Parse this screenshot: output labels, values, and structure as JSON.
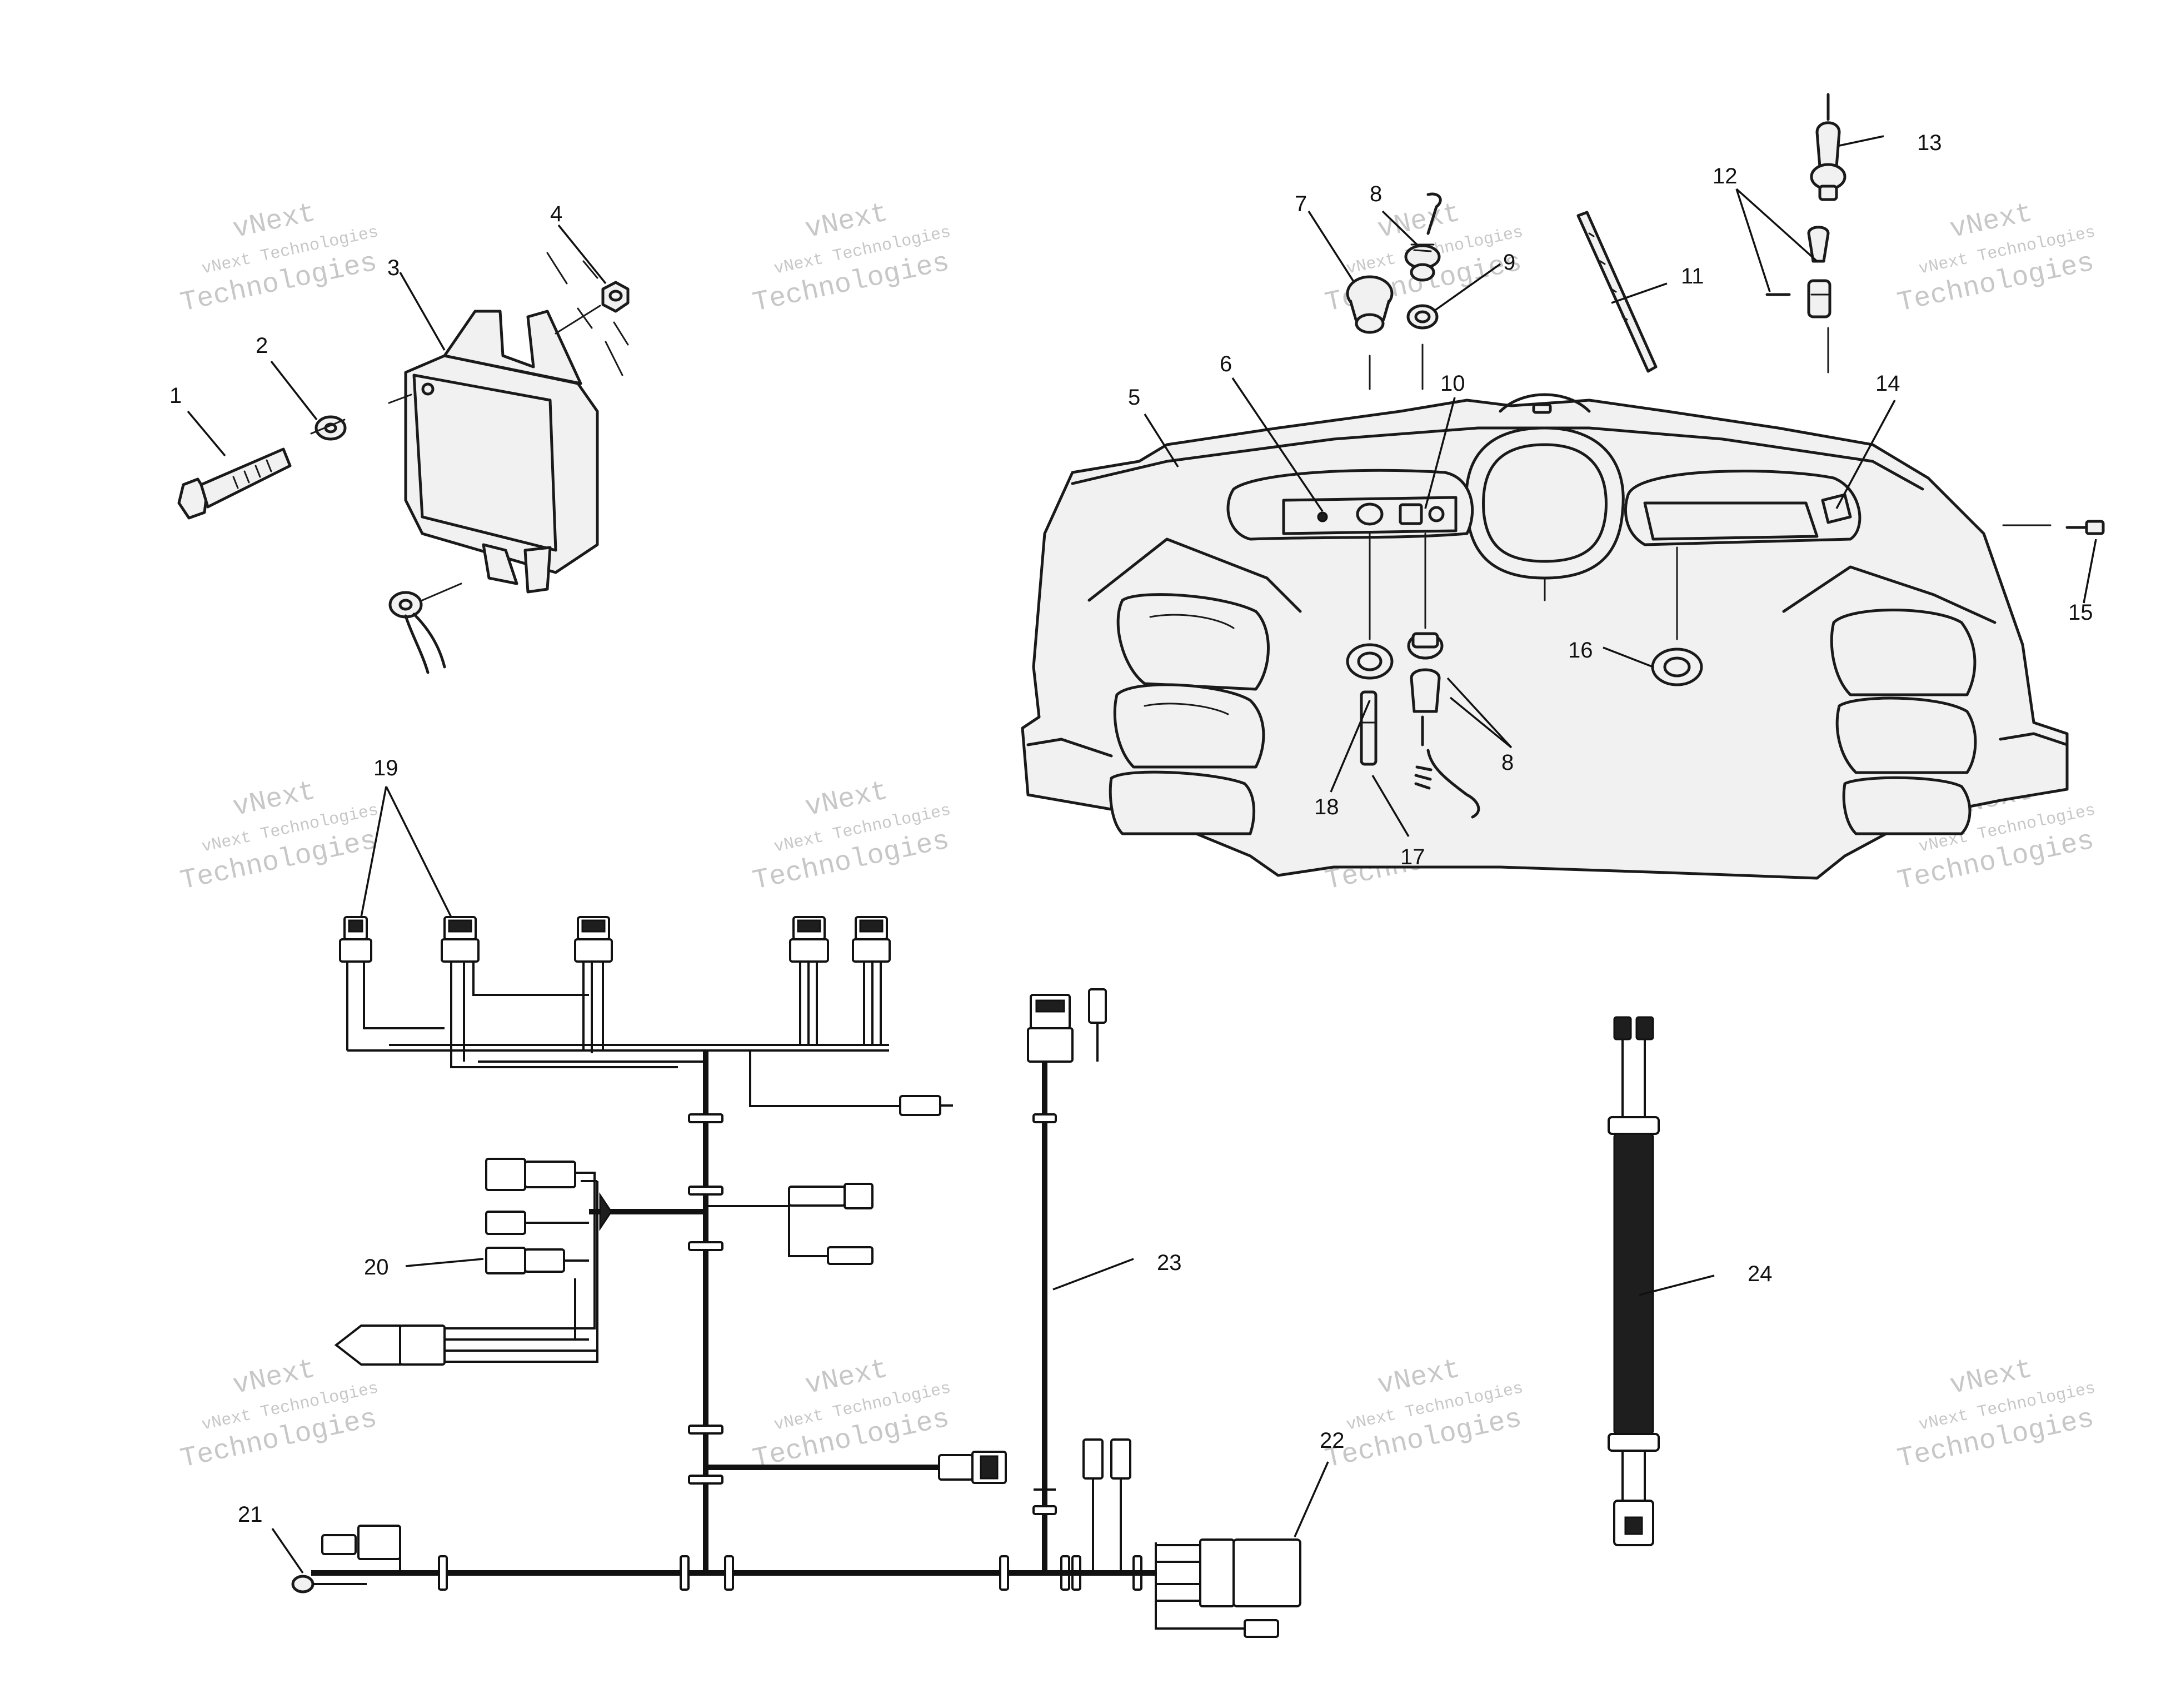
{
  "callouts": [
    {
      "label": "1"
    },
    {
      "label": "2"
    },
    {
      "label": "3"
    },
    {
      "label": "4"
    },
    {
      "label": "5"
    },
    {
      "label": "6"
    },
    {
      "label": "7"
    },
    {
      "label": "8"
    },
    {
      "label": "9"
    },
    {
      "label": "10"
    },
    {
      "label": "11"
    },
    {
      "label": "12"
    },
    {
      "label": "13"
    },
    {
      "label": "14"
    },
    {
      "label": "15"
    },
    {
      "label": "16"
    },
    {
      "label": "8"
    },
    {
      "label": "17"
    },
    {
      "label": "18"
    },
    {
      "label": "19"
    },
    {
      "label": "20"
    },
    {
      "label": "21"
    },
    {
      "label": "22"
    },
    {
      "label": "23"
    },
    {
      "label": "24"
    }
  ],
  "watermark": {
    "line1": "vNext",
    "line2": "vNext Technologies",
    "line3": "Technologies"
  },
  "colors": {
    "ink": "#111111",
    "watermark": "#9a9a9a",
    "background": "#ffffff"
  }
}
